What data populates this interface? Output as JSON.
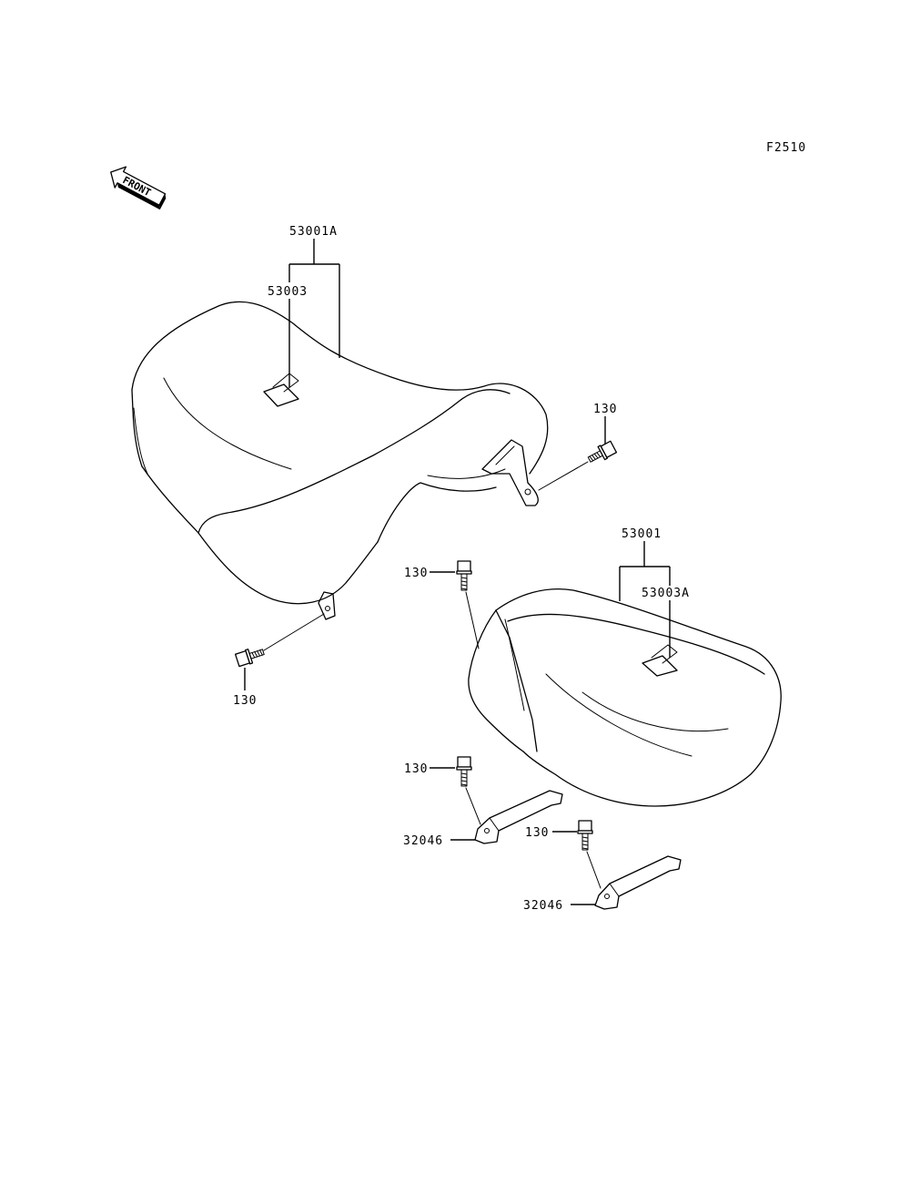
{
  "figure_code": "F2510",
  "front_label": "FRONT",
  "parts": {
    "seat_front_assy": "53001A",
    "seat_front_cover": "53003",
    "seat_rear_assy": "53001",
    "seat_rear_cover": "53003A",
    "bolt": "130",
    "bracket": "32046"
  }
}
